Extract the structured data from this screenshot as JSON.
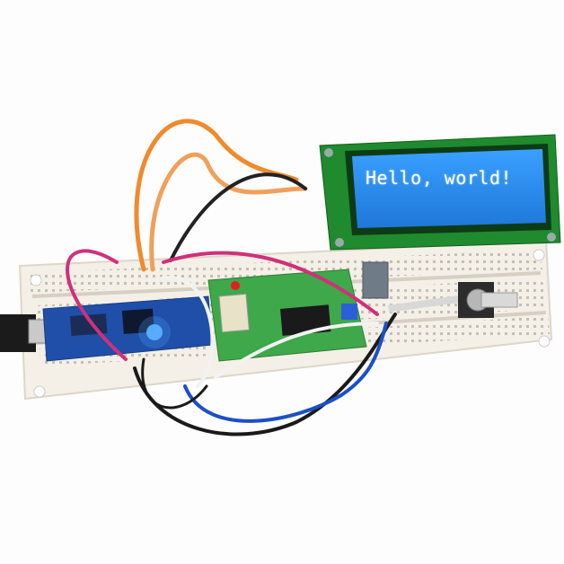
{
  "lcd": {
    "line1": "Hello, world!"
  },
  "colors": {
    "breadboard": "#f3efe6",
    "lcd_pcb": "#1f8a2e",
    "lcd_screen": "#2f8fe8",
    "nano": "#1f4fa8",
    "module": "#3ea84a",
    "wire_orange": "#f08a2c",
    "wire_magenta": "#d0307a",
    "wire_black": "#1a1a1a",
    "wire_blue": "#1c4fc7",
    "wire_white": "#f2f2f2"
  },
  "icons": [
    "usb-cable",
    "led-blue",
    "led-red",
    "rotary-encoder",
    "potentiometer"
  ]
}
